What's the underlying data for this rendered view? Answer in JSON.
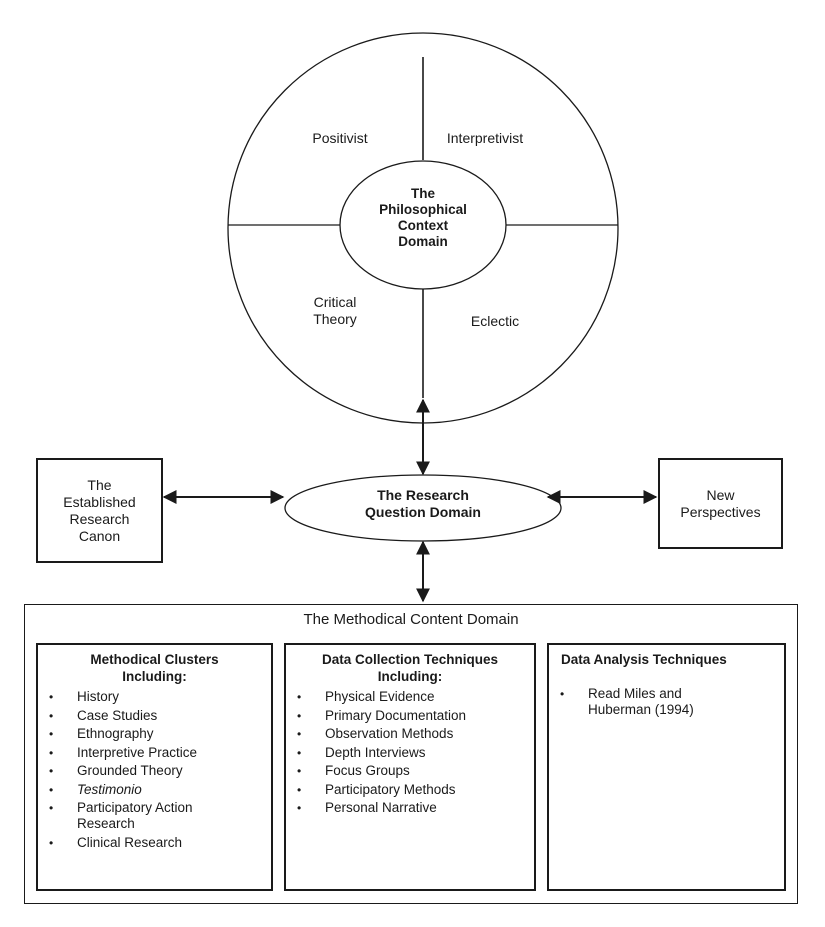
{
  "diagram": {
    "philosophical_domain": {
      "center_label": "The Philosophical Context Domain",
      "center_lines": [
        "The",
        "Philosophical",
        "Context",
        "Domain"
      ],
      "quadrants": {
        "top_left": "Positivist",
        "top_right": "Interpretivist",
        "bottom_left_lines": [
          "Critical",
          "Theory"
        ],
        "bottom_right": "Eclectic"
      }
    },
    "research_question": {
      "lines": [
        "The Research",
        "Question Domain"
      ]
    },
    "established_canon": {
      "lines": [
        "The",
        "Established",
        "Research",
        "Canon"
      ]
    },
    "new_perspectives": {
      "lines": [
        "New",
        "Perspectives"
      ]
    },
    "methodical_content": {
      "title": "The Methodical Content Domain",
      "panels": [
        {
          "title_lines": [
            "Methodical Clusters",
            "Including:"
          ],
          "items": [
            {
              "text": "History",
              "italic": false
            },
            {
              "text": "Case Studies",
              "italic": false
            },
            {
              "text": "Ethnography",
              "italic": false
            },
            {
              "text": "Interpretive Practice",
              "italic": false
            },
            {
              "text": "Grounded Theory",
              "italic": false
            },
            {
              "text": "Testimonio",
              "italic": true
            },
            {
              "text": "Participatory Action Research",
              "italic": false
            },
            {
              "text": "Clinical Research",
              "italic": false
            }
          ]
        },
        {
          "title_lines": [
            "Data Collection Techniques",
            "Including:"
          ],
          "items": [
            {
              "text": "Physical Evidence"
            },
            {
              "text": "Primary Documentation"
            },
            {
              "text": "Observation Methods"
            },
            {
              "text": "Depth Interviews"
            },
            {
              "text": "Focus Groups"
            },
            {
              "text": "Participatory Methods"
            },
            {
              "text": "Personal Narrative"
            }
          ]
        },
        {
          "title_lines": [
            "Data Analysis Techniques"
          ],
          "items": [
            {
              "text": "Read Miles and Huberman (1994)"
            }
          ]
        }
      ]
    },
    "connections": [
      {
        "from": "philosophical-context-domain",
        "to": "research-question-domain",
        "type": "bidirectional"
      },
      {
        "from": "established-research-canon",
        "to": "research-question-domain",
        "type": "bidirectional"
      },
      {
        "from": "research-question-domain",
        "to": "new-perspectives",
        "type": "bidirectional"
      },
      {
        "from": "research-question-domain",
        "to": "methodical-content-domain",
        "type": "bidirectional"
      }
    ],
    "colors": {
      "stroke": "#1a1a1a",
      "background": "#ffffff"
    }
  }
}
